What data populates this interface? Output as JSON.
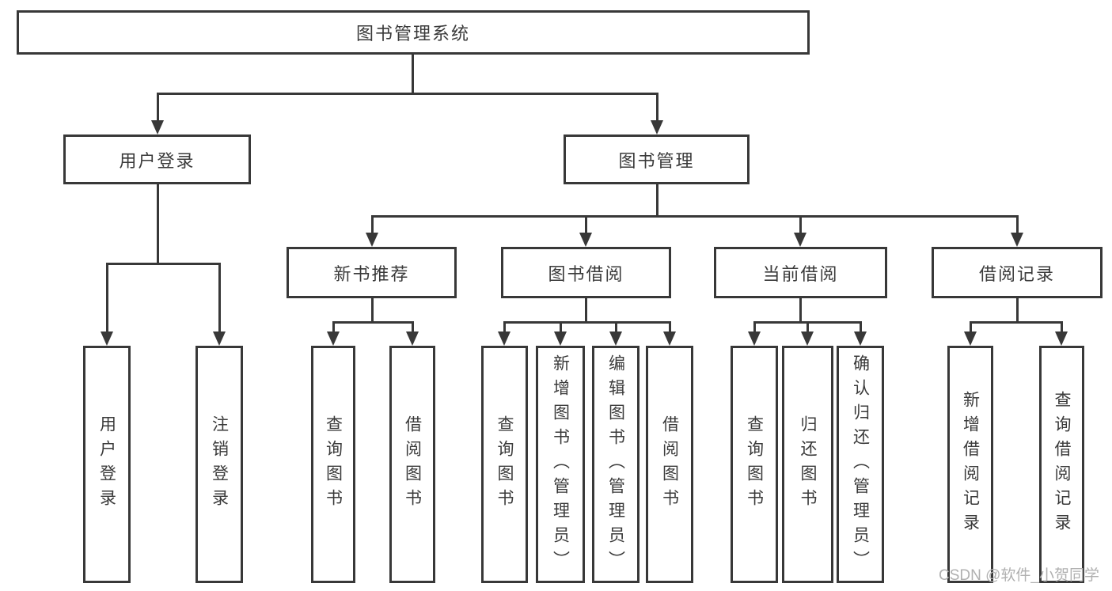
{
  "diagram": {
    "title": "图书管理系统",
    "root": {
      "label": "图书管理系统"
    },
    "level2": [
      {
        "label": "用户登录"
      },
      {
        "label": "图书管理"
      }
    ],
    "level3": [
      {
        "label": "新书推荐"
      },
      {
        "label": "图书借阅"
      },
      {
        "label": "当前借阅"
      },
      {
        "label": "借阅记录"
      }
    ],
    "leaves": [
      {
        "label": "用户登录",
        "parent": "用户登录"
      },
      {
        "label": "注销登录",
        "parent": "用户登录"
      },
      {
        "label": "查询图书",
        "parent": "新书推荐"
      },
      {
        "label": "借阅图书",
        "parent": "新书推荐"
      },
      {
        "label": "查询图书",
        "parent": "图书借阅"
      },
      {
        "label": "新增图书（管理员）",
        "parent": "图书借阅"
      },
      {
        "label": "编辑图书（管理员）",
        "parent": "图书借阅"
      },
      {
        "label": "借阅图书",
        "parent": "图书借阅"
      },
      {
        "label": "查询图书",
        "parent": "当前借阅"
      },
      {
        "label": "归还图书",
        "parent": "当前借阅"
      },
      {
        "label": "确认归还（管理员）",
        "parent": "当前借阅"
      },
      {
        "label": "新增借阅记录",
        "parent": "借阅记录"
      },
      {
        "label": "查询借阅记录",
        "parent": "借阅记录"
      }
    ],
    "watermark": "CSDN @软件_小贺同学",
    "colors": {
      "line": "#383838",
      "text": "#3a3a3a",
      "watermark": "#b0b0b0",
      "background": "#ffffff"
    }
  }
}
